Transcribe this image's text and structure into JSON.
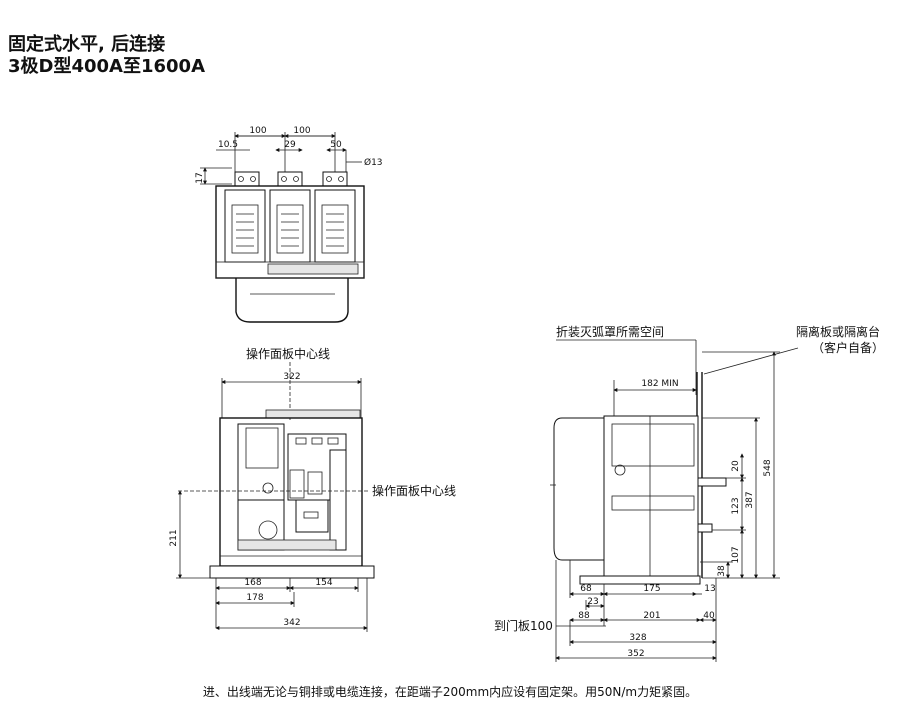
{
  "title": {
    "line1": "固定式水平, 后连接",
    "line2": "3极D型400A至1600A"
  },
  "top_view": {
    "dims": [
      "100",
      "100",
      "10.5",
      "29",
      "50",
      "17"
    ],
    "hole": "Ø13"
  },
  "front_view": {
    "center_label_top": "操作面板中心线",
    "center_label_right": "操作面板中心线",
    "dims": [
      "322",
      "211",
      "168",
      "154",
      "178",
      "342"
    ]
  },
  "side_view": {
    "arc_space_label": "折装灭弧罩所需空间",
    "barrier_label_1": "隔离板或隔离台",
    "barrier_label_2": "（客户自备）",
    "door_label": "到门板100",
    "dims": [
      "182 MIN",
      "20",
      "548",
      "387",
      "123",
      "107",
      "38",
      "68",
      "175",
      "13",
      "23",
      "88",
      "201",
      "40",
      "328",
      "352"
    ]
  },
  "note": "进、出线端无论与铜排或电缆连接，在距端子200mm内应设有固定架。用50N/m力矩紧固。"
}
